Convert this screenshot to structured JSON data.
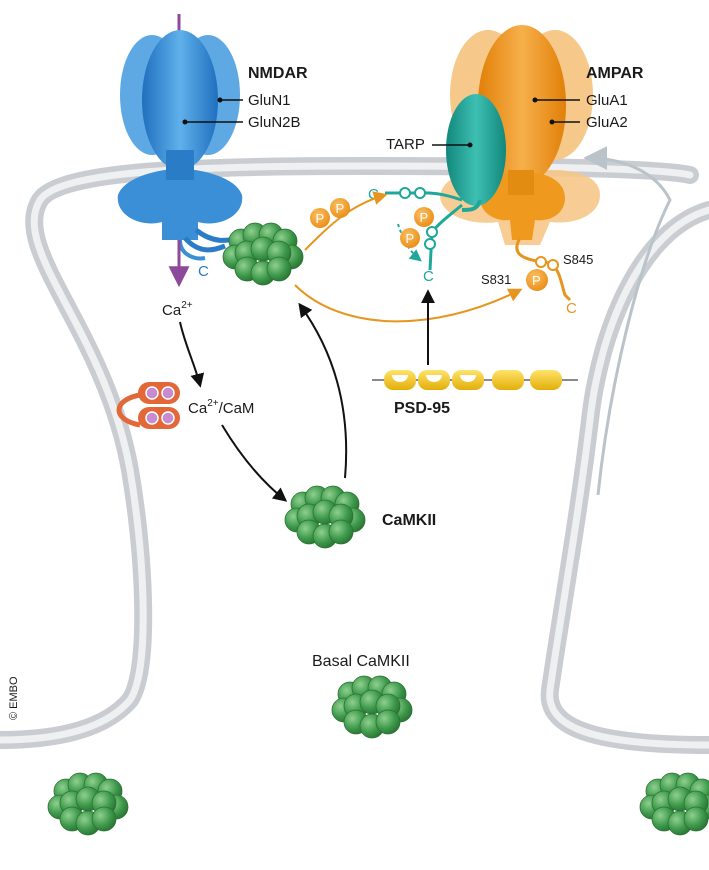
{
  "labels": {
    "nmdar": "NMDAR",
    "glun1": "GluN1",
    "glun2b": "GluN2B",
    "ampar": "AMPAR",
    "glua1": "GluA1",
    "glua2": "GluA2",
    "tarp": "TARP",
    "ca_base": "Ca",
    "ca_sup": "2+",
    "cacam_base": "Ca",
    "cacam_sup": "2+",
    "cacam_rest": "/CaM",
    "camkii": "CaMKII",
    "basal_camkii": "Basal CaMKII",
    "psd95": "PSD-95",
    "s831": "S831",
    "s845": "S845",
    "phospho_p": "P",
    "c_terminus": "C",
    "copyright": "© EMBO"
  },
  "colors": {
    "membrane_outer": "#c9cdd1",
    "membrane_inner": "#eef0f2",
    "nmdar_blue": "#3a8fd6",
    "nmdar_light": "#8cc3ea",
    "ampar_orange": "#ef9a1e",
    "ampar_light": "#f6c88a",
    "tarp_teal": "#1fa79a",
    "camkii_green": "#3f9a4c",
    "psd95_yellow": "#f2c61c",
    "cam_red": "#e2683a",
    "calcium_purple": "#8e4a9a",
    "arrow_black": "#111111",
    "arrow_orange": "#e6961e"
  }
}
